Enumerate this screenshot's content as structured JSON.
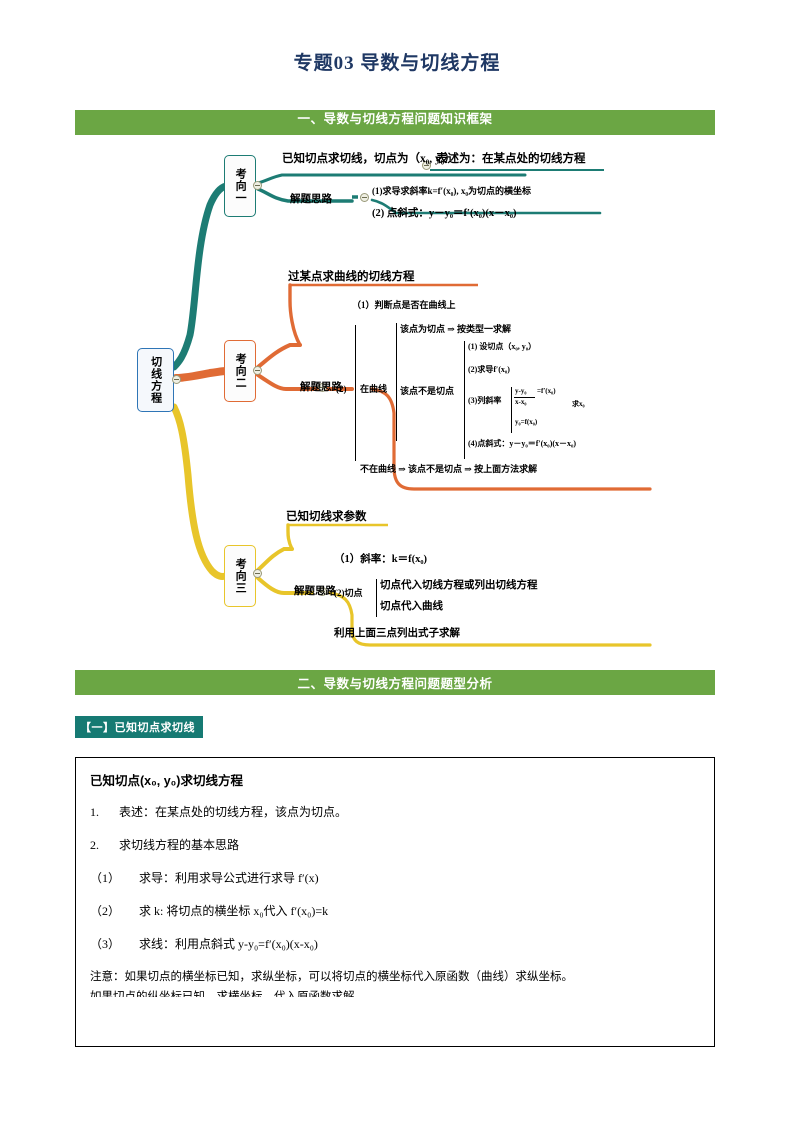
{
  "document": {
    "title": "专题03  导数与切线方程"
  },
  "sections": {
    "bar1": "一、导数与切线方程问题知识框架",
    "bar2": "二、导数与切线方程问题题型分析"
  },
  "mindmap": {
    "center_node": "切线方程",
    "branches": [
      {
        "node": "考向一",
        "color": "#1D7C74",
        "heading": "已知切点求切线，切点为（x₀, y₀）",
        "heading_tail": "表述为：在某点处的切线方程",
        "method_label": "解题思路",
        "steps": [
          "(1)求导求斜率k=f′(x₀), x₀为切点的横坐标",
          "(2) 点斜式：y－y₀＝f′(x₀)(x－x₀)"
        ]
      },
      {
        "node": "考向二",
        "color": "#E06B35",
        "heading": "过某点求曲线的切线方程",
        "method_label": "解题思路",
        "step1": "（1）判断点是否在曲线上",
        "step2_label": "(2)",
        "on_curve_label": "在曲线",
        "is_tangent": "该点为切点 ⇒ 按类型一求解",
        "not_tangent_label": "该点不是切点",
        "not_tangent_steps": [
          "(1) 设切点（x₀, y₀）",
          "(2)求导f′(x₀)",
          "(3)列斜率",
          "(4)点斜式：y－y₀＝f′(x₀)(x－x₀)"
        ],
        "slope_frac_top": "y-y₀",
        "slope_frac_bot": "x-x₀",
        "slope_frac_eq": "=f′(x₀)",
        "slope_second": "y₀=f(x₀)",
        "slope_solve": "求x₀",
        "not_on_curve": "不在曲线 ⇒ 该点不是切点 ⇒ 按上面方法求解"
      },
      {
        "node": "考向三",
        "color": "#E8C52A",
        "heading": "已知切线求参数",
        "method_label": "解题思路",
        "step1": "（1）斜率：k＝f(x₀)",
        "step2_label": "(2)切点",
        "step2_items": [
          "切点代入切线方程或列出切线方程",
          "切点代入曲线"
        ],
        "step3": "利用上面三点列出式子求解"
      }
    ]
  },
  "topic": {
    "badge": "【一】已知切点求切线",
    "box": {
      "title": "已知切点(x₀, y₀)求切线方程",
      "items": [
        {
          "num": "1.",
          "text": "表述：在某点处的切线方程，该点为切点。"
        },
        {
          "num": "2.",
          "text": "求切线方程的基本思路"
        },
        {
          "num": "（1）",
          "text": "求导：利用求导公式进行求导 f′(x)"
        },
        {
          "num": "（2）",
          "text": "求 k: 将切点的横坐标 x₀代入 f′(x₀)=k"
        },
        {
          "num": "（3）",
          "text": "求线：利用点斜式 y-y₀=f′(x₀)(x-x₀)"
        }
      ],
      "note": "注意：如果切点的横坐标已知，求纵坐标，可以将切点的横坐标代入原函数（曲线）求纵坐标。",
      "cut_line": "如果切点的纵坐标已知，求横坐标，代入原函数求解。"
    }
  },
  "colors": {
    "title": "#1F3864",
    "green_bar": "#6BA644",
    "teal_badge": "#167A73",
    "branch_teal": "#1D7C74",
    "branch_orange": "#E06B35",
    "branch_yellow": "#E8C52A",
    "center_border": "#2E75B6"
  }
}
